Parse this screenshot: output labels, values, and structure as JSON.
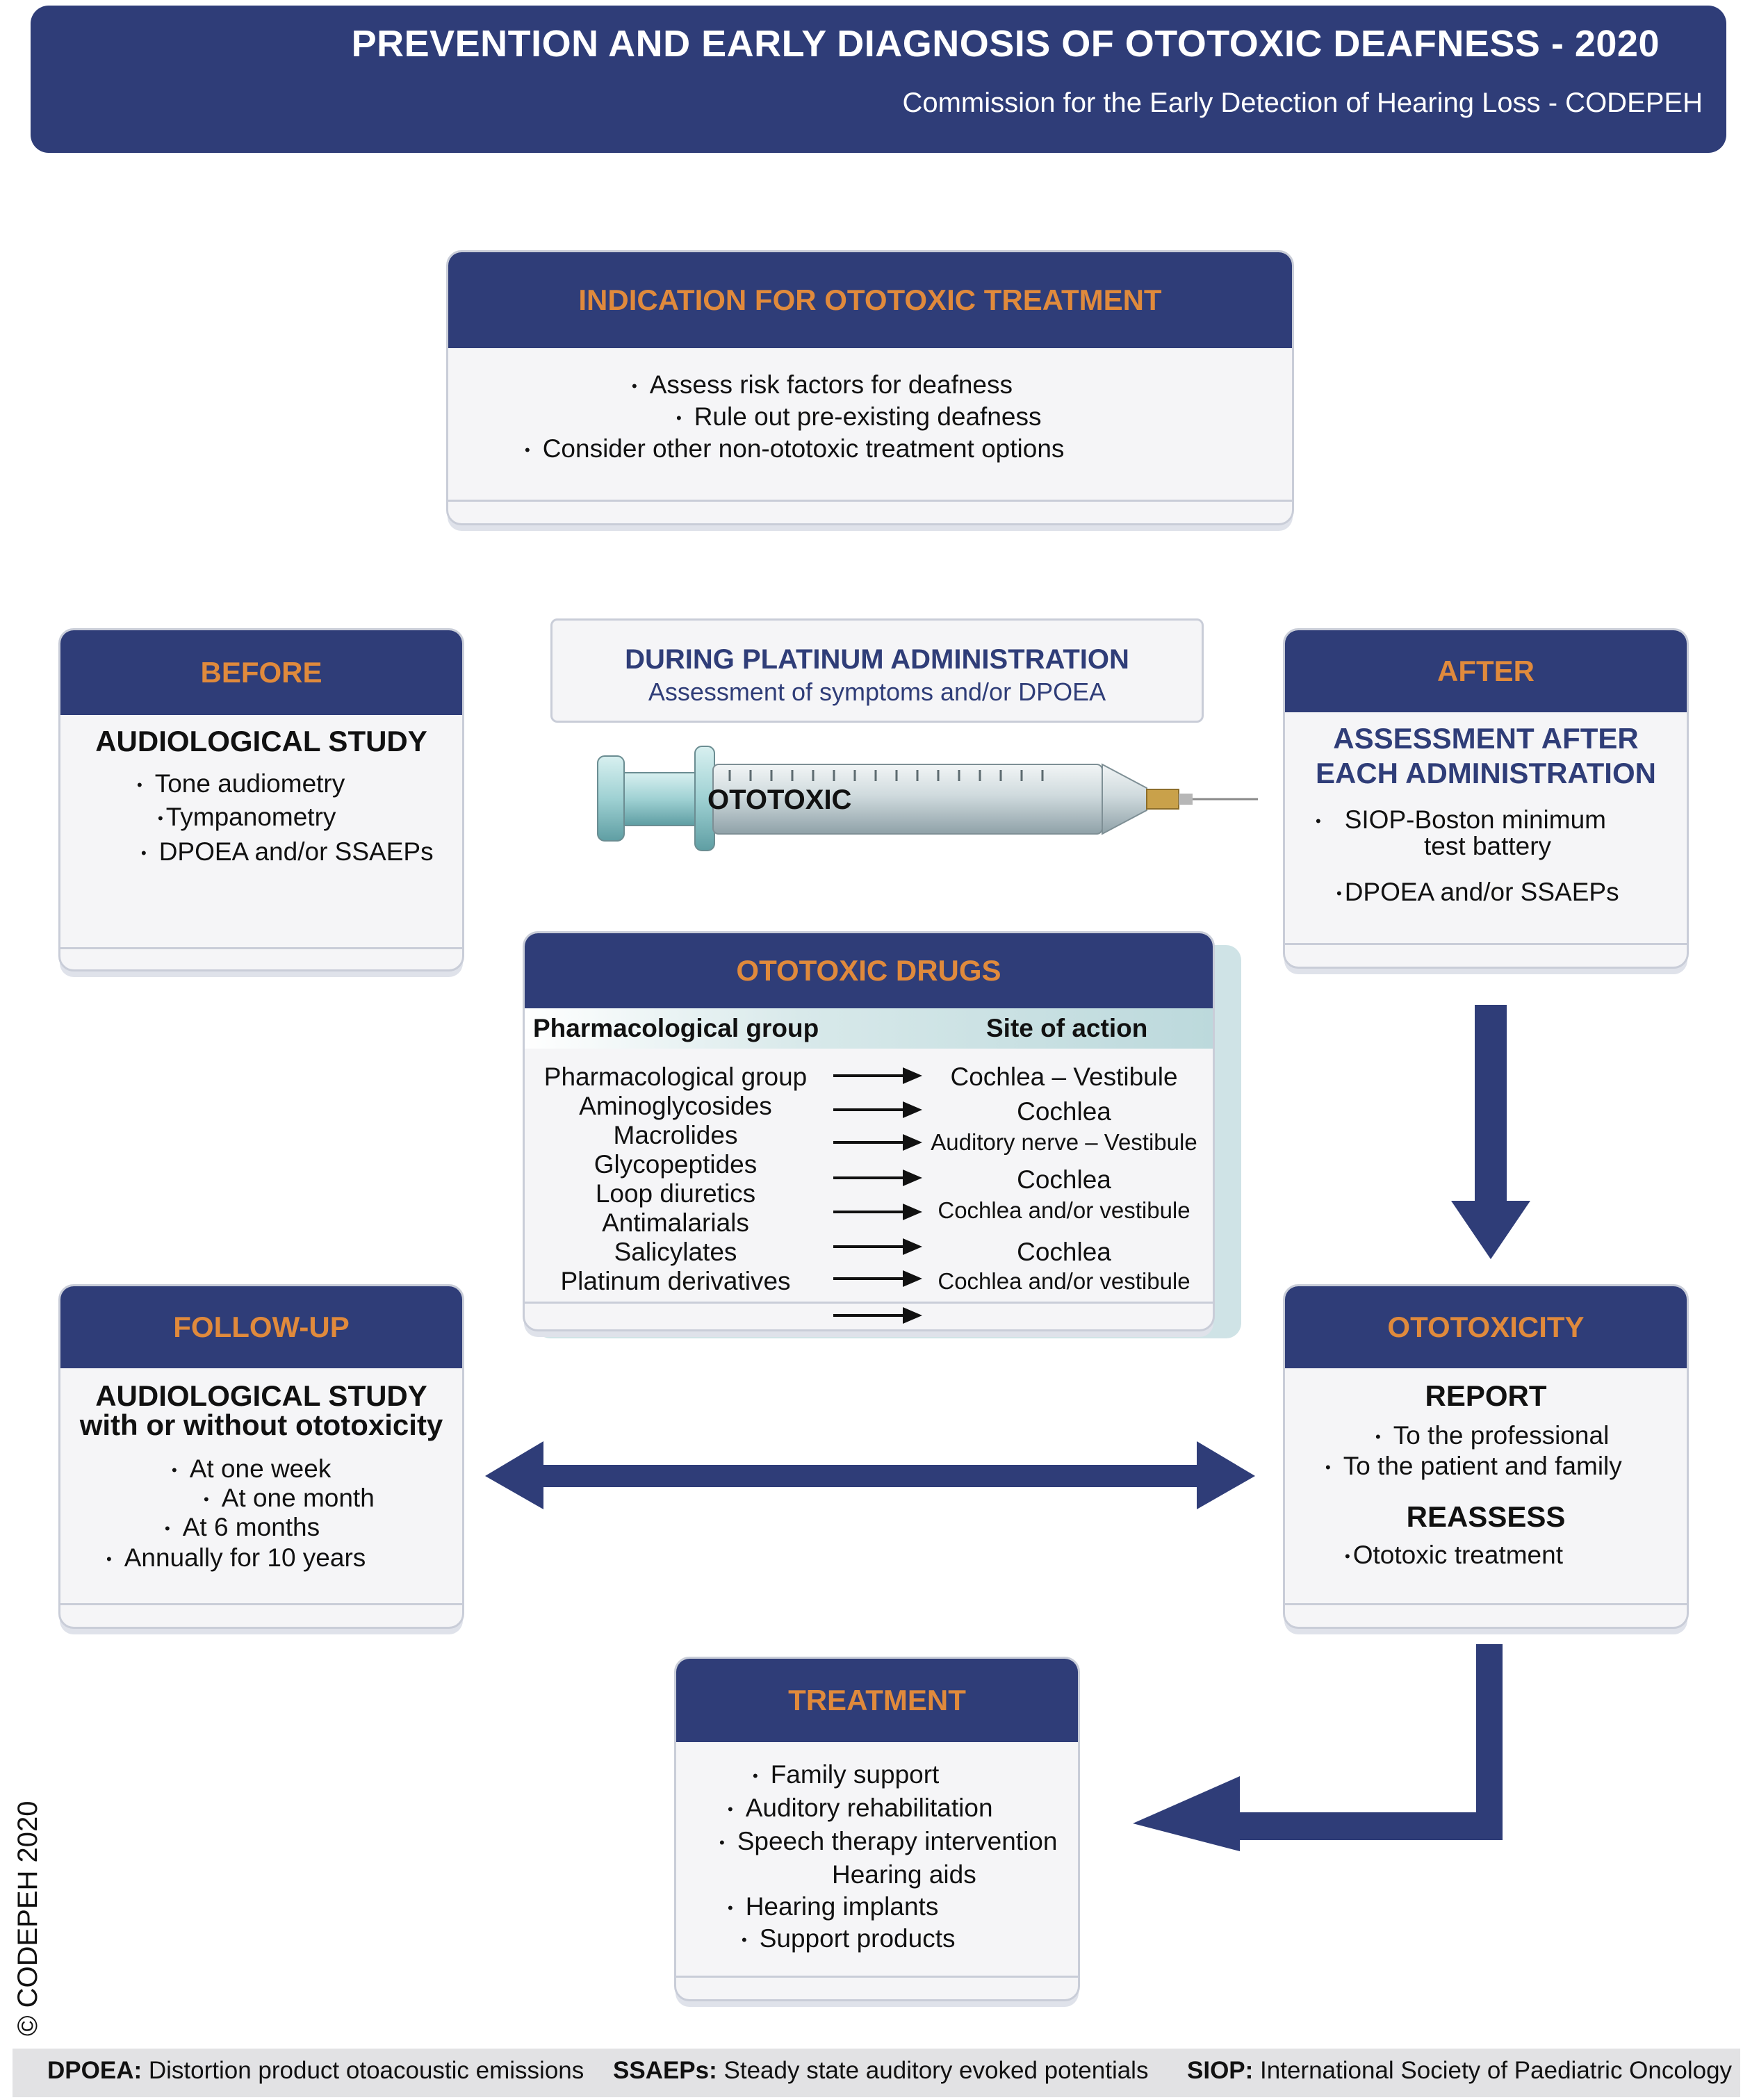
{
  "header": {
    "title": "PREVENTION AND EARLY DIAGNOSIS OF OTOTOXIC DEAFNESS - 2020",
    "subtitle": "Commission for the Early Detection of Hearing Loss - CODEPEH"
  },
  "indication": {
    "title": "INDICATION FOR OTOTOXIC TREATMENT",
    "items": [
      "Assess risk factors for deafness",
      "Rule out pre-existing deafness",
      "Consider other non-ototoxic treatment options"
    ]
  },
  "before": {
    "title": "BEFORE",
    "subtitle": "AUDIOLOGICAL STUDY",
    "items": [
      "Tone audiometry",
      "Tympanometry",
      "DPOEA and/or SSAEPs"
    ]
  },
  "during": {
    "title": "DURING PLATINUM ADMINISTRATION",
    "subtitle": "Assessment of symptoms and/or DPOEA",
    "syringe_label": "OTOTOXIC"
  },
  "after": {
    "title": "AFTER",
    "subtitle_line1": "ASSESSMENT AFTER",
    "subtitle_line2": "EACH ADMINISTRATION",
    "item1_line1": "SIOP-Boston minimum",
    "item1_line2": "test battery",
    "item2": "DPOEA and/or SSAEPs"
  },
  "drugs": {
    "title": "OTOTOXIC DRUGS",
    "col_group": "Pharmacological group",
    "col_site": "Site of action",
    "rows": [
      {
        "group": "Pharmacological group",
        "site": "Cochlea – Vestibule"
      },
      {
        "group": "Aminoglycosides",
        "site": "Cochlea"
      },
      {
        "group": "Macrolides",
        "site": "Auditory nerve – Vestibule"
      },
      {
        "group": "Glycopeptides",
        "site": "Cochlea"
      },
      {
        "group": "Loop diuretics",
        "site": "Cochlea and/or vestibule"
      },
      {
        "group": "Antimalarials",
        "site": "Cochlea"
      },
      {
        "group": "Salicylates",
        "site": "Cochlea and/or vestibule"
      },
      {
        "group": "Platinum derivatives",
        "site": ""
      }
    ]
  },
  "followup": {
    "title": "FOLLOW-UP",
    "subtitle_line1": "AUDIOLOGICAL STUDY",
    "subtitle_line2": "with or without ototoxicity",
    "items": [
      "At one week",
      "At one month",
      "At 6 months",
      "Annually for 10 years"
    ]
  },
  "ototoxicity": {
    "title": "OTOTOXICITY",
    "report": "REPORT",
    "report_items": [
      "To the professional",
      "To the patient and family"
    ],
    "reassess": "REASSESS",
    "reassess_items": [
      "Ototoxic treatment"
    ]
  },
  "treatment": {
    "title": "TREATMENT",
    "items": [
      "Family support",
      "Auditory rehabilitation",
      "Speech therapy intervention",
      "Hearing aids",
      "Hearing implants",
      "Support products"
    ]
  },
  "footer": {
    "dpoea_abbr": "DPOEA:",
    "dpoea_text": "Distortion product otoacoustic emissions",
    "ssaeps_abbr": "SSAEPs:",
    "ssaeps_text": "Steady state auditory evoked potentials",
    "siop_abbr": "SIOP:",
    "siop_text": "International Society of Paediatric Oncology"
  },
  "copyright": "© CODEPEH 2020",
  "colors": {
    "navy": "#2f3d78",
    "orange": "#e08a3c",
    "box_bg": "#f5f5f7"
  }
}
